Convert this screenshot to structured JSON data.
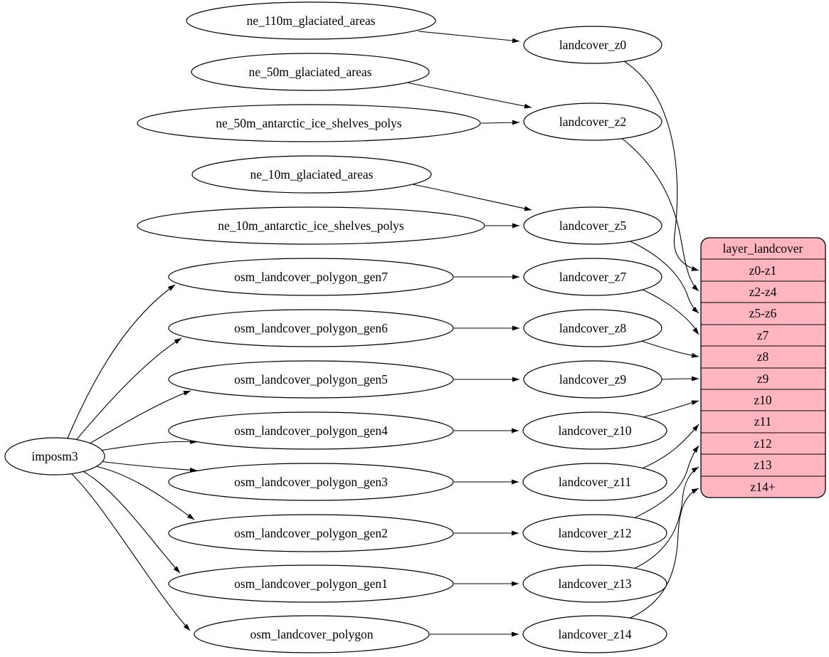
{
  "colors": {
    "background": "#ffffff",
    "node_fill": "#ffffff",
    "node_stroke": "#000000",
    "edge": "#000000",
    "table_fill": "#ffb6c1",
    "table_stroke": "#000000",
    "text": "#000000"
  },
  "diagram": {
    "root": {
      "label": "imposm3"
    },
    "sources": [
      {
        "label": "ne_110m_glaciated_areas"
      },
      {
        "label": "ne_50m_glaciated_areas"
      },
      {
        "label": "ne_50m_antarctic_ice_shelves_polys"
      },
      {
        "label": "ne_10m_glaciated_areas"
      },
      {
        "label": "ne_10m_antarctic_ice_shelves_polys"
      },
      {
        "label": "osm_landcover_polygon_gen7"
      },
      {
        "label": "osm_landcover_polygon_gen6"
      },
      {
        "label": "osm_landcover_polygon_gen5"
      },
      {
        "label": "osm_landcover_polygon_gen4"
      },
      {
        "label": "osm_landcover_polygon_gen3"
      },
      {
        "label": "osm_landcover_polygon_gen2"
      },
      {
        "label": "osm_landcover_polygon_gen1"
      },
      {
        "label": "osm_landcover_polygon"
      }
    ],
    "intermediates": [
      {
        "label": "landcover_z0"
      },
      {
        "label": "landcover_z2"
      },
      {
        "label": "landcover_z5"
      },
      {
        "label": "landcover_z7"
      },
      {
        "label": "landcover_z8"
      },
      {
        "label": "landcover_z9"
      },
      {
        "label": "landcover_z10"
      },
      {
        "label": "landcover_z11"
      },
      {
        "label": "landcover_z12"
      },
      {
        "label": "landcover_z13"
      },
      {
        "label": "landcover_z14"
      }
    ],
    "table": {
      "title": "layer_landcover",
      "rows": [
        "z0-z1",
        "z2-z4",
        "z5-z6",
        "z7",
        "z8",
        "z9",
        "z10",
        "z11",
        "z12",
        "z13",
        "z14+"
      ]
    },
    "edges": [
      {
        "from": "imposm3",
        "to": "osm_landcover_polygon_gen7"
      },
      {
        "from": "imposm3",
        "to": "osm_landcover_polygon_gen6"
      },
      {
        "from": "imposm3",
        "to": "osm_landcover_polygon_gen5"
      },
      {
        "from": "imposm3",
        "to": "osm_landcover_polygon_gen4"
      },
      {
        "from": "imposm3",
        "to": "osm_landcover_polygon_gen3"
      },
      {
        "from": "imposm3",
        "to": "osm_landcover_polygon_gen2"
      },
      {
        "from": "imposm3",
        "to": "osm_landcover_polygon_gen1"
      },
      {
        "from": "imposm3",
        "to": "osm_landcover_polygon"
      },
      {
        "from": "ne_110m_glaciated_areas",
        "to": "landcover_z0"
      },
      {
        "from": "ne_50m_glaciated_areas",
        "to": "landcover_z2"
      },
      {
        "from": "ne_50m_antarctic_ice_shelves_polys",
        "to": "landcover_z2"
      },
      {
        "from": "ne_10m_glaciated_areas",
        "to": "landcover_z5"
      },
      {
        "from": "ne_10m_antarctic_ice_shelves_polys",
        "to": "landcover_z5"
      },
      {
        "from": "osm_landcover_polygon_gen7",
        "to": "landcover_z7"
      },
      {
        "from": "osm_landcover_polygon_gen6",
        "to": "landcover_z8"
      },
      {
        "from": "osm_landcover_polygon_gen5",
        "to": "landcover_z9"
      },
      {
        "from": "osm_landcover_polygon_gen4",
        "to": "landcover_z10"
      },
      {
        "from": "osm_landcover_polygon_gen3",
        "to": "landcover_z11"
      },
      {
        "from": "osm_landcover_polygon_gen2",
        "to": "landcover_z12"
      },
      {
        "from": "osm_landcover_polygon_gen1",
        "to": "landcover_z13"
      },
      {
        "from": "osm_landcover_polygon",
        "to": "landcover_z14"
      },
      {
        "from": "landcover_z0",
        "to": "layer_landcover:z0-z1"
      },
      {
        "from": "landcover_z2",
        "to": "layer_landcover:z2-z4"
      },
      {
        "from": "landcover_z5",
        "to": "layer_landcover:z5-z6"
      },
      {
        "from": "landcover_z7",
        "to": "layer_landcover:z7"
      },
      {
        "from": "landcover_z8",
        "to": "layer_landcover:z8"
      },
      {
        "from": "landcover_z9",
        "to": "layer_landcover:z9"
      },
      {
        "from": "landcover_z10",
        "to": "layer_landcover:z10"
      },
      {
        "from": "landcover_z11",
        "to": "layer_landcover:z11"
      },
      {
        "from": "landcover_z12",
        "to": "layer_landcover:z12"
      },
      {
        "from": "landcover_z13",
        "to": "layer_landcover:z13"
      },
      {
        "from": "landcover_z14",
        "to": "layer_landcover:z14+"
      }
    ]
  }
}
